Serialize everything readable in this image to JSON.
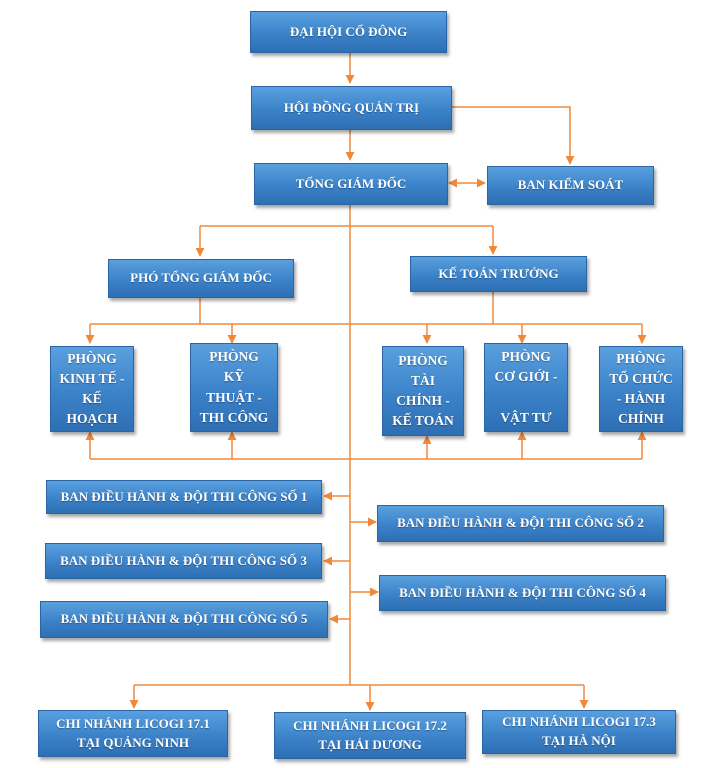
{
  "colors": {
    "box_fill": "#3b82c9",
    "box_border": "#2a66a6",
    "connector": "#f0883a",
    "text": "#ffffff"
  },
  "nodes": {
    "dai_hoi_co_dong": "ĐẠI HỘI CỔ ĐÔNG",
    "hoi_dong_quan_tri": "HỘI ĐỒNG QUẢN TRỊ",
    "tong_giam_doc": "TỔNG GIÁM ĐỐC",
    "ban_kiem_soat": "BAN KIỂM SOÁT",
    "pho_tong_giam_doc": "PHÓ TỔNG GIÁM ĐỐC",
    "ke_toan_truong": "KẾ TOÁN TRƯỞNG",
    "phong_kinh_te": "PHÒNG\nKINH TẾ -\nKẾ\nHOẠCH",
    "phong_ky_thuat": "PHÒNG\nKỸ\nTHUẬT -\nTHI CÔNG",
    "phong_tai_chinh": "PHÒNG\nTÀI\nCHÍNH -\nKẾ TOÁN",
    "phong_co_gioi": "PHÒNG\nCƠ GIỚI -\n\nVẬT TƯ",
    "phong_to_chuc": "PHÒNG\nTỔ CHỨC\n- HÀNH\nCHÍNH",
    "ban_dieu_hanh_1": "BAN ĐIỀU HÀNH & ĐỘI THI CÔNG SỐ 1",
    "ban_dieu_hanh_2": "BAN ĐIỀU HÀNH & ĐỘI THI CÔNG SỐ 2",
    "ban_dieu_hanh_3": "BAN ĐIỀU HÀNH & ĐỘI THI CÔNG SỐ 3",
    "ban_dieu_hanh_4": "BAN ĐIỀU HÀNH & ĐỘI THI CÔNG SỐ 4",
    "ban_dieu_hanh_5": "BAN ĐIỀU HÀNH & ĐỘI THI CÔNG SỐ 5",
    "chi_nhanh_1": "CHI NHÁNH LICOGI 17.1\nTẠI QUẢNG NINH",
    "chi_nhanh_2": "CHI NHÁNH LICOGI 17.2\nTẠI HẢI DƯƠNG",
    "chi_nhanh_3": "CHI NHÁNH LICOGI 17.3\nTẠI HÀ NỘI"
  },
  "edges": [
    {
      "from": "dai_hoi_co_dong",
      "to": "hoi_dong_quan_tri"
    },
    {
      "from": "hoi_dong_quan_tri",
      "to": "tong_giam_doc"
    },
    {
      "from": "hoi_dong_quan_tri",
      "to": "ban_kiem_soat"
    },
    {
      "from": "tong_giam_doc",
      "to": "ban_kiem_soat",
      "bidirectional": true
    },
    {
      "from": "tong_giam_doc",
      "to": "pho_tong_giam_doc"
    },
    {
      "from": "tong_giam_doc",
      "to": "ke_toan_truong"
    },
    {
      "from": "pho_tong_giam_doc",
      "to": "phong_kinh_te"
    },
    {
      "from": "pho_tong_giam_doc",
      "to": "phong_ky_thuat"
    },
    {
      "from": "ke_toan_truong",
      "to": "phong_tai_chinh"
    },
    {
      "from": "ke_toan_truong",
      "to": "phong_co_gioi"
    },
    {
      "from": "ke_toan_truong",
      "to": "phong_to_chuc"
    },
    {
      "from": "tong_giam_doc",
      "to": "ban_dieu_hanh_1"
    },
    {
      "from": "tong_giam_doc",
      "to": "ban_dieu_hanh_2"
    },
    {
      "from": "tong_giam_doc",
      "to": "ban_dieu_hanh_3"
    },
    {
      "from": "tong_giam_doc",
      "to": "ban_dieu_hanh_4"
    },
    {
      "from": "tong_giam_doc",
      "to": "ban_dieu_hanh_5"
    },
    {
      "from": "tong_giam_doc",
      "to": "chi_nhanh_1"
    },
    {
      "from": "tong_giam_doc",
      "to": "chi_nhanh_2"
    },
    {
      "from": "tong_giam_doc",
      "to": "chi_nhanh_3"
    }
  ]
}
